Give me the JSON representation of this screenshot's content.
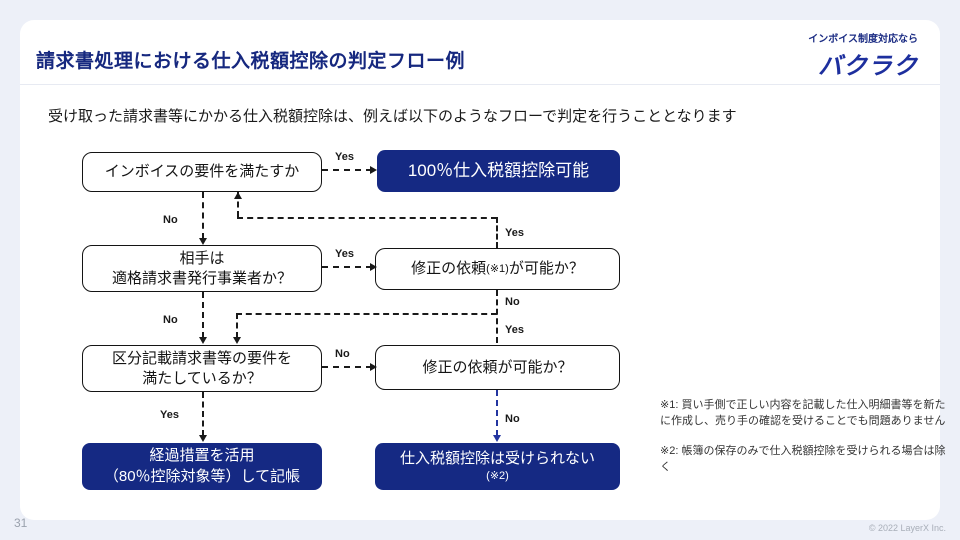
{
  "header": {
    "title": "請求書処理における仕入税額控除の判定フロー例",
    "tagline": "インボイス制度対応なら",
    "logo": "バクラク"
  },
  "subtitle": "受け取った請求書等にかかる仕入税額控除は、例えば以下のようなフローで判定を行うこととなります",
  "nodes": {
    "q_invoice": {
      "label": "インボイスの要件を満たすか"
    },
    "r_full": {
      "label": "100％仕入税額控除可能"
    },
    "q_issuer": {
      "line1": "相手は",
      "line2": "適格請求書発行事業者か？"
    },
    "q_fix1": {
      "pre": "修正の依頼",
      "note": "(※1)",
      "post": "が可能か？"
    },
    "q_kubun": {
      "line1": "区分記載請求書等の要件を",
      "line2": "満たしているか？"
    },
    "q_fix2": {
      "label": "修正の依頼が可能か？"
    },
    "r_keika": {
      "line1": "経過措置を活用",
      "line2": "（80％控除対象等）して記帳"
    },
    "r_none": {
      "line1": "仕入税額控除は受けられない",
      "line2": "(※2)"
    }
  },
  "edge_labels": {
    "invoice_yes": "Yes",
    "invoice_no": "No",
    "issuer_yes": "Yes",
    "fix1_return_yes": "Yes",
    "fix1_no": "No",
    "fix2_return_yes": "Yes",
    "issuer_no": "No",
    "kubun_no": "No",
    "kubun_yes": "Yes",
    "fix2_no": "No"
  },
  "footnotes": {
    "note1": "※1: 買い手側で正しい内容を記載した仕入明細書等を新たに作成し、売り手の確認を受けることでも問題ありません",
    "note2": "※2: 帳簿の保存のみで仕入税額控除を受けられる場合は除く"
  },
  "footer": {
    "page": "31",
    "copyright": "© 2022 LayerX Inc."
  },
  "colors": {
    "navy_box": "#152983",
    "title_navy": "#16287f",
    "logo_blue": "#1d2f9e",
    "background": "#edf0f8",
    "blue_arrow": "#2335a0"
  }
}
